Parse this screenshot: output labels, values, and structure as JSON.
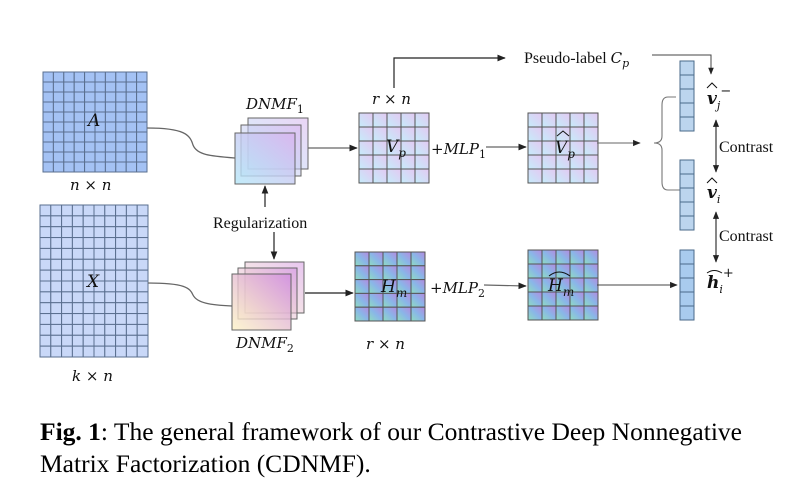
{
  "figure": {
    "inputs": {
      "adjacency": {
        "symbol": "A",
        "dims": "n × n",
        "rows": 10,
        "cols": 10,
        "color": "#a4c2f4"
      },
      "features": {
        "symbol": "X",
        "dims": "k × n",
        "rows": 14,
        "cols": 10,
        "color": "#c9d8f8"
      }
    },
    "encoders": {
      "top": {
        "label_main": "DNMF",
        "label_sub": "1"
      },
      "bottom": {
        "label_main": "DNMF",
        "label_sub": "2"
      }
    },
    "regularization_label": "Regularization",
    "factors": {
      "vp": {
        "symbol_main": "V",
        "symbol_sub": "p",
        "dims": "r × n",
        "rows": 5,
        "cols": 5
      },
      "vp_hat": {
        "symbol_main": "V",
        "symbol_sub": "p",
        "rows": 5,
        "cols": 5
      },
      "hm": {
        "symbol_main": "H",
        "symbol_sub": "m",
        "dims": "r × n",
        "rows": 5,
        "cols": 5
      },
      "hm_hat": {
        "symbol_main": "H",
        "symbol_sub": "m",
        "rows": 5,
        "cols": 5
      }
    },
    "mlp": {
      "top": {
        "label_main": "+MLP",
        "label_sub": "1"
      },
      "bottom": {
        "label_main": "+MLP",
        "label_sub": "2"
      }
    },
    "pseudo_label": {
      "text": "Pseudo-label ",
      "symbol_main": "C",
      "symbol_sub": "p"
    },
    "vectors": {
      "vj_neg": {
        "symbol_main": "v",
        "symbol_sub": "j",
        "sup": "−",
        "cells": 5
      },
      "vi": {
        "symbol_main": "v",
        "symbol_sub": "i",
        "cells": 5
      },
      "hi_pos": {
        "symbol_main": "h",
        "symbol_sub": "i",
        "sup": "+",
        "cells": 5
      }
    },
    "contrast_labels": [
      "Contrast",
      "Contrast"
    ]
  },
  "caption": {
    "label": "Fig. 1",
    "text": ": The general framework of our Contrastive Deep Nonnegative Matrix Factorization (CDNMF)."
  }
}
